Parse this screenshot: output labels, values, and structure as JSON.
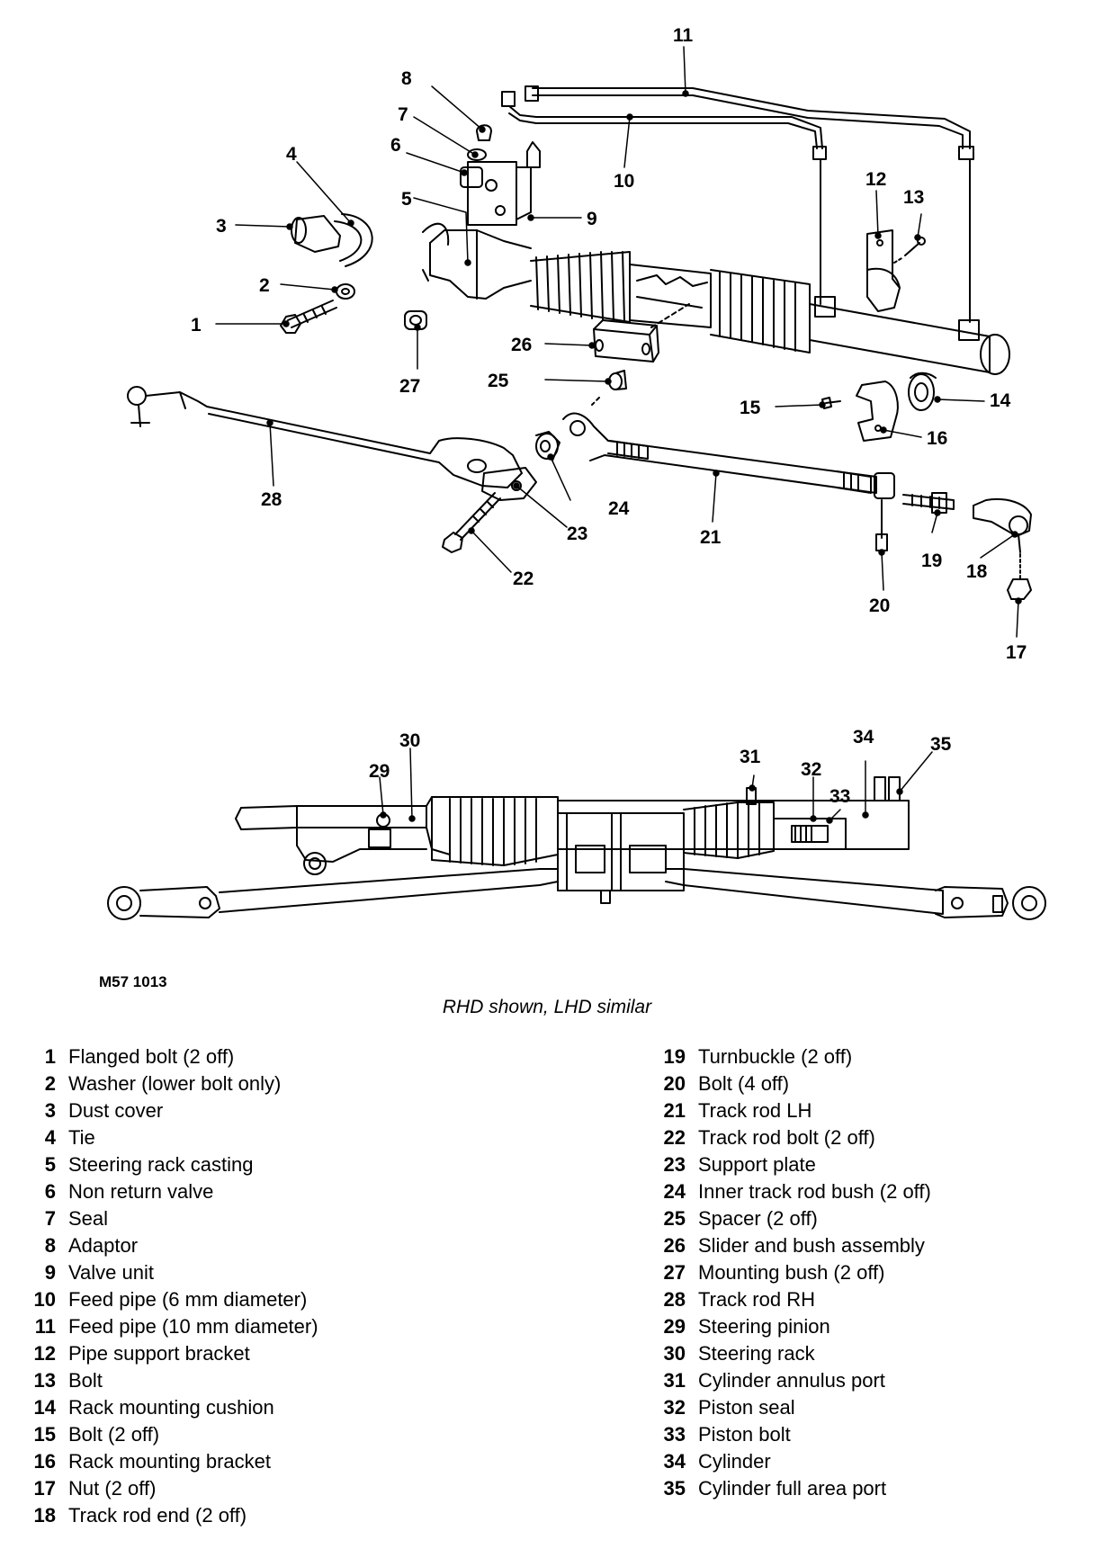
{
  "figure_code": "M57 1013",
  "caption": "RHD shown, LHD similar",
  "callout_labels": [
    "1",
    "2",
    "3",
    "4",
    "5",
    "6",
    "7",
    "8",
    "9",
    "10",
    "11",
    "12",
    "13",
    "14",
    "15",
    "16",
    "17",
    "18",
    "19",
    "20",
    "21",
    "22",
    "23",
    "24",
    "25",
    "26",
    "27",
    "28",
    "29",
    "30",
    "31",
    "32",
    "33",
    "34",
    "35"
  ],
  "legend": [
    {
      "num": "1",
      "label": "Flanged bolt (2 off)"
    },
    {
      "num": "2",
      "label": "Washer (lower bolt only)"
    },
    {
      "num": "3",
      "label": "Dust cover"
    },
    {
      "num": "4",
      "label": "Tie"
    },
    {
      "num": "5",
      "label": "Steering rack casting"
    },
    {
      "num": "6",
      "label": "Non return valve"
    },
    {
      "num": "7",
      "label": "Seal"
    },
    {
      "num": "8",
      "label": "Adaptor"
    },
    {
      "num": "9",
      "label": "Valve unit"
    },
    {
      "num": "10",
      "label": "Feed pipe (6 mm diameter)"
    },
    {
      "num": "11",
      "label": "Feed pipe (10 mm diameter)"
    },
    {
      "num": "12",
      "label": "Pipe support bracket"
    },
    {
      "num": "13",
      "label": "Bolt"
    },
    {
      "num": "14",
      "label": "Rack mounting cushion"
    },
    {
      "num": "15",
      "label": "Bolt (2 off)"
    },
    {
      "num": "16",
      "label": "Rack mounting bracket"
    },
    {
      "num": "17",
      "label": "Nut (2 off)"
    },
    {
      "num": "18",
      "label": "Track rod end (2 off)"
    },
    {
      "num": "19",
      "label": "Turnbuckle (2 off)"
    },
    {
      "num": "20",
      "label": "Bolt (4 off)"
    },
    {
      "num": "21",
      "label": "Track rod LH"
    },
    {
      "num": "22",
      "label": "Track rod bolt (2 off)"
    },
    {
      "num": "23",
      "label": "Support plate"
    },
    {
      "num": "24",
      "label": "Inner track rod bush (2 off)"
    },
    {
      "num": "25",
      "label": "Spacer (2 off)"
    },
    {
      "num": "26",
      "label": "Slider and bush assembly"
    },
    {
      "num": "27",
      "label": "Mounting bush (2 off)"
    },
    {
      "num": "28",
      "label": "Track rod RH"
    },
    {
      "num": "29",
      "label": "Steering pinion"
    },
    {
      "num": "30",
      "label": "Steering rack"
    },
    {
      "num": "31",
      "label": "Cylinder annulus port"
    },
    {
      "num": "32",
      "label": "Piston seal"
    },
    {
      "num": "33",
      "label": "Piston bolt"
    },
    {
      "num": "34",
      "label": "Cylinder"
    },
    {
      "num": "35",
      "label": "Cylinder full area port"
    }
  ]
}
